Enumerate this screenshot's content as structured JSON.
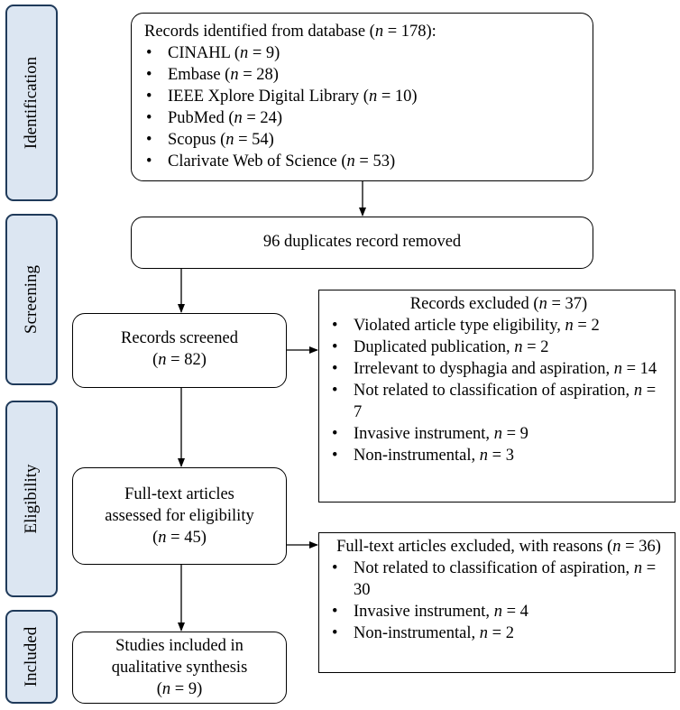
{
  "phases": {
    "identification": "Identification",
    "screening": "Screening",
    "eligibility": "Eligibility",
    "included": "Included"
  },
  "identified": {
    "title_pre": "Records identified from database (",
    "title_n": "n",
    "title_post": " = 178):",
    "sources": [
      {
        "pre": "CINAHL (",
        "n": "n",
        "post": " = 9)"
      },
      {
        "pre": "Embase (",
        "n": "n",
        "post": " = 28)"
      },
      {
        "pre": "IEEE Xplore Digital Library (",
        "n": "n",
        "post": " = 10)"
      },
      {
        "pre": "PubMed (",
        "n": "n",
        "post": " = 24)"
      },
      {
        "pre": "Scopus (",
        "n": "n",
        "post": " = 54)"
      },
      {
        "pre": "Clarivate Web of Science (",
        "n": "n",
        "post": " = 53)"
      }
    ]
  },
  "duplicates": {
    "text": "96 duplicates record removed"
  },
  "screened": {
    "line1": "Records screened",
    "line2_pre": "(",
    "line2_n": "n",
    "line2_post": "  = 82)"
  },
  "excluded_records": {
    "title_pre": "Records excluded  (",
    "title_n": "n",
    "title_post": " = 37)",
    "items": [
      {
        "text": "Violated article type eligibility, ",
        "n": "n",
        "post": " = 2"
      },
      {
        "text": "Duplicated publication, ",
        "n": "n",
        "post": " = 2"
      },
      {
        "text": "Irrelevant to dysphagia and aspiration, ",
        "n": "n",
        "post": " = 14"
      },
      {
        "text": "Not related to classification of aspiration, ",
        "n": "n",
        "post": " = 7"
      },
      {
        "text": "Invasive instrument, ",
        "n": "n",
        "post": " = 9"
      },
      {
        "text": "Non-instrumental, ",
        "n": "n",
        "post": " = 3"
      }
    ]
  },
  "fulltext": {
    "line1": "Full-text articles",
    "line2": "assessed for eligibility",
    "line3_pre": "(",
    "line3_n": "n",
    "line3_post": " = 45)"
  },
  "excluded_fulltext": {
    "title_pre": "Full-text articles excluded, with reasons (",
    "title_n": "n",
    "title_post": " = 36)",
    "items": [
      {
        "text": "Not related to classification of aspiration, ",
        "n": "n",
        "post": " = 30"
      },
      {
        "text": "Invasive instrument, ",
        "n": "n",
        "post": " = 4"
      },
      {
        "text": "Non-instrumental, ",
        "n": "n",
        "post": " = 2"
      }
    ]
  },
  "included": {
    "line1": "Studies included in",
    "line2": "qualitative synthesis",
    "line3_pre": "(",
    "line3_n": "n",
    "line3_post": " = 9)"
  }
}
